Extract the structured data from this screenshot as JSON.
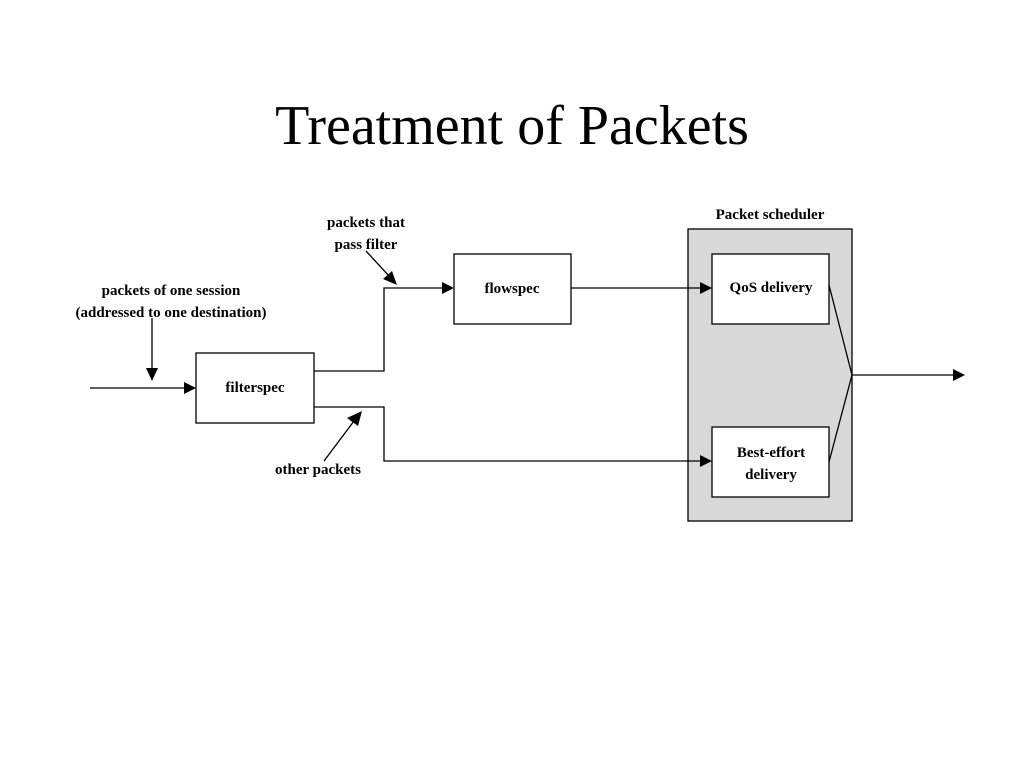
{
  "slide": {
    "title": "Treatment of Packets"
  },
  "diagram": {
    "scheduler_label": "Packet scheduler",
    "filterspec_label": "filterspec",
    "flowspec_label": "flowspec",
    "qos_label": "QoS delivery",
    "best_effort_line1": "Best-effort",
    "best_effort_line2": "delivery",
    "session_line1": "packets of one session",
    "session_line2": "(addressed to one destination)",
    "pass_line1": "packets that",
    "pass_line2": "pass filter",
    "other_packets": "other packets"
  },
  "colors": {
    "scheduler_fill": "#d9d9d9",
    "stroke": "#000000"
  }
}
